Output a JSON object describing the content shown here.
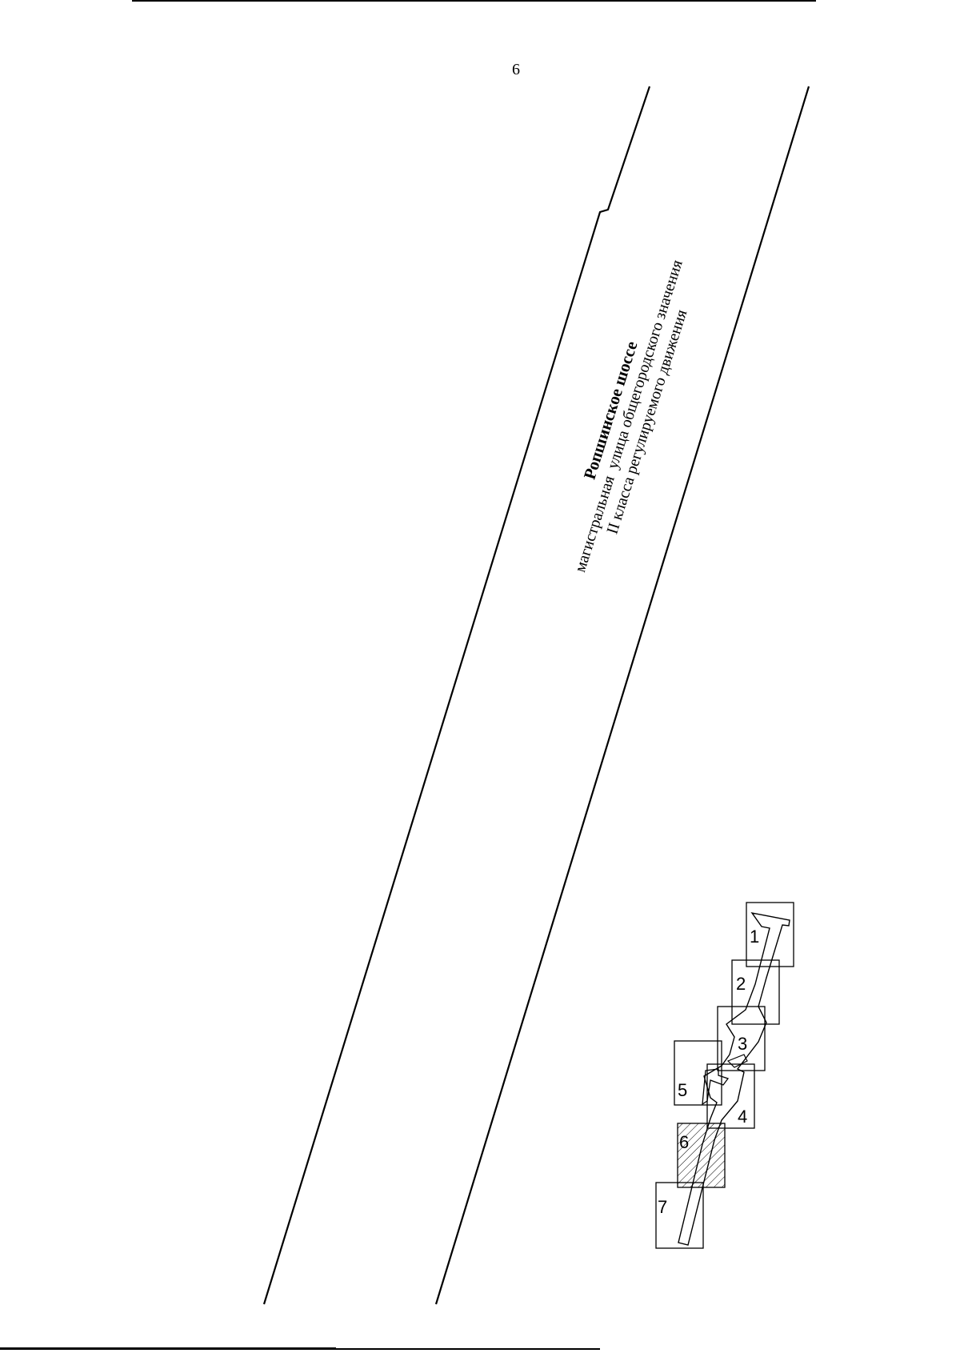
{
  "page_number": "6",
  "street": {
    "name": "Ропшинское шоссе",
    "line1": "магистральная  улица общегородского значения",
    "line2": "II класса регулируемого движения"
  },
  "key_map": {
    "sheets": [
      "1",
      "2",
      "3",
      "4",
      "5",
      "6",
      "7"
    ],
    "highlighted_sheet": "6"
  }
}
